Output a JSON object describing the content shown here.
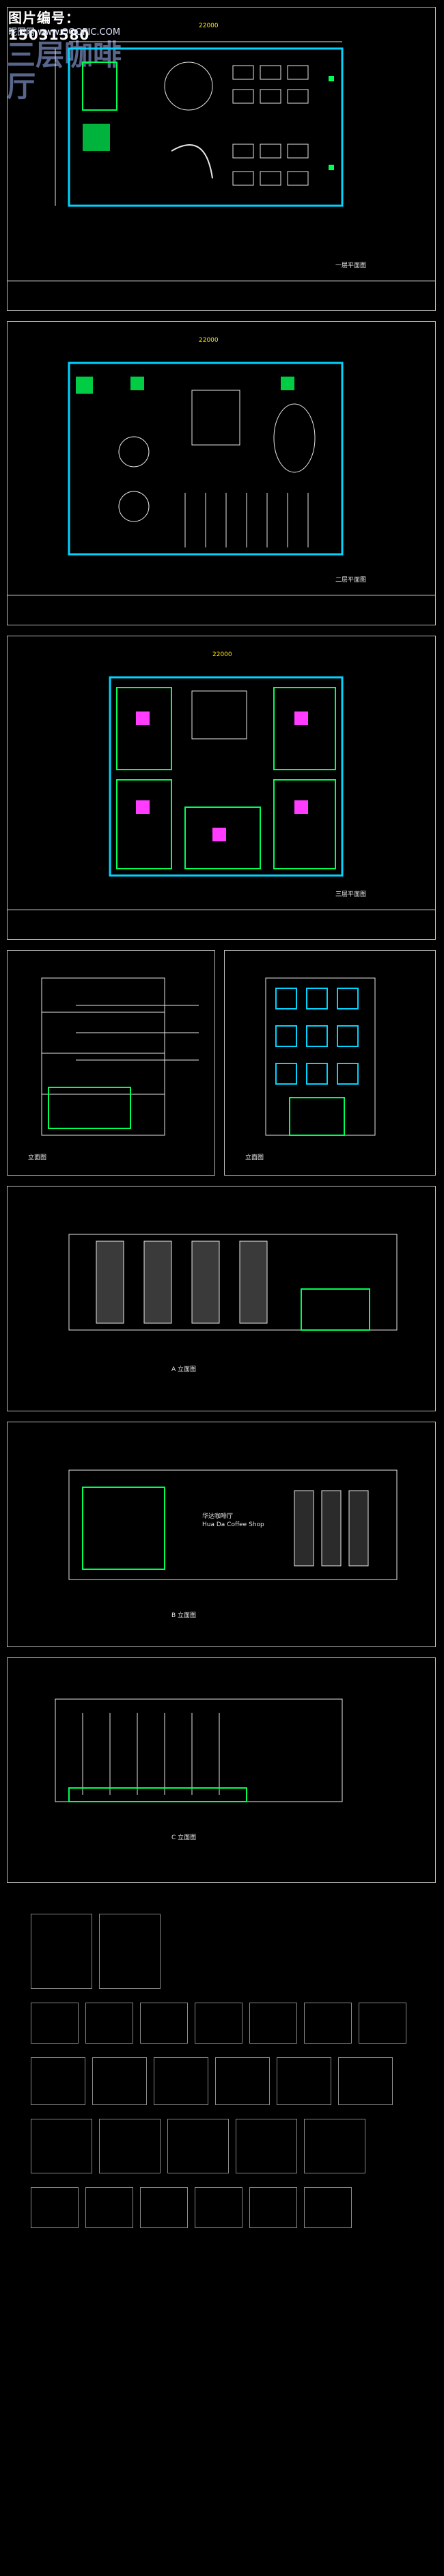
{
  "watermark": {
    "id_label": "图片编号：15031580",
    "site": "昵图网  www.OOOPIC.COM",
    "title": "三层咖啡厅"
  },
  "sheets": {
    "plan1": {
      "caption": "一层平面图",
      "dim": "22000"
    },
    "plan2": {
      "caption": "二层平面图",
      "dim": "22000"
    },
    "plan3": {
      "caption": "三层平面图",
      "dim": "22000"
    },
    "elev_left": {
      "caption": "立面图"
    },
    "elev_right": {
      "caption": "立面图"
    },
    "elev_wide1": {
      "caption": "A 立面图"
    },
    "elev_wide2": {
      "caption": "B 立面图",
      "sign_cn": "华达咖啡厅",
      "sign_en": "Hua Da Coffee Shop"
    },
    "elev_wide3": {
      "caption": "C 立面图"
    }
  },
  "colors": {
    "wall": "#00d4ff",
    "green": "#00ff55",
    "magenta": "#ff3cff",
    "line": "#e8e8e8",
    "yellow": "#ffe600"
  }
}
